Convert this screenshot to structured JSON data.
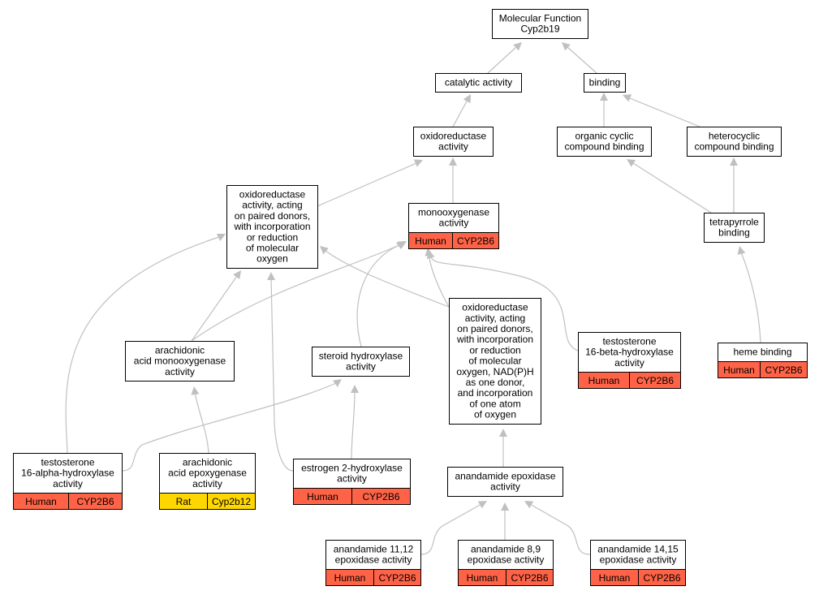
{
  "colors": {
    "human": "#ff6347",
    "rat": "#ffd700",
    "edge": "#c0c0c0"
  },
  "nodes": [
    {
      "id": "mf",
      "lines": [
        "Molecular Function",
        "Cyp2b19"
      ]
    },
    {
      "id": "cat",
      "lines": [
        "catalytic activity"
      ]
    },
    {
      "id": "bind",
      "lines": [
        "binding"
      ]
    },
    {
      "id": "oxred",
      "lines": [
        "oxidoreductase",
        "activity"
      ]
    },
    {
      "id": "orgcyc",
      "lines": [
        "organic cyclic",
        "compound binding"
      ]
    },
    {
      "id": "hetcyc",
      "lines": [
        "heterocyclic",
        "compound binding"
      ]
    },
    {
      "id": "oxpair",
      "lines": [
        "oxidoreductase",
        "activity, acting",
        "on paired donors,",
        "with incorporation",
        "or reduction",
        "of molecular",
        "oxygen"
      ]
    },
    {
      "id": "mono",
      "lines": [
        "monooxygenase",
        "activity"
      ],
      "tag": [
        "Human",
        "CYP2B6"
      ]
    },
    {
      "id": "tetra",
      "lines": [
        "tetrapyrrole",
        "binding"
      ]
    },
    {
      "id": "nadph",
      "lines": [
        "oxidoreductase",
        "activity, acting",
        "on paired donors,",
        "with incorporation",
        "or reduction",
        "of molecular",
        "oxygen, NAD(P)H",
        "as one donor,",
        "and incorporation",
        "of one atom",
        "of oxygen"
      ]
    },
    {
      "id": "arachmono",
      "lines": [
        "arachidonic",
        "acid monooxygenase",
        "activity"
      ]
    },
    {
      "id": "steroid",
      "lines": [
        "steroid hydroxylase",
        "activity"
      ]
    },
    {
      "id": "t16b",
      "lines": [
        "testosterone",
        "16-beta-hydroxylase",
        "activity"
      ],
      "tag": [
        "Human",
        "CYP2B6"
      ]
    },
    {
      "id": "heme",
      "lines": [
        "heme binding"
      ],
      "tag": [
        "Human",
        "CYP2B6"
      ]
    },
    {
      "id": "t16a",
      "lines": [
        "testosterone",
        "16-alpha-hydroxylase",
        "activity"
      ],
      "tag": [
        "Human",
        "CYP2B6"
      ]
    },
    {
      "id": "arachepox",
      "lines": [
        "arachidonic",
        "acid epoxygenase",
        "activity"
      ],
      "tag": [
        "Rat",
        "Cyp2b12"
      ]
    },
    {
      "id": "estro",
      "lines": [
        "estrogen 2-hydroxylase",
        "activity"
      ],
      "tag": [
        "Human",
        "CYP2B6"
      ]
    },
    {
      "id": "anand",
      "lines": [
        "anandamide epoxidase",
        "activity"
      ]
    },
    {
      "id": "a1112",
      "lines": [
        "anandamide 11,12",
        "epoxidase activity"
      ],
      "tag": [
        "Human",
        "CYP2B6"
      ]
    },
    {
      "id": "a89",
      "lines": [
        "anandamide 8,9",
        "epoxidase activity"
      ],
      "tag": [
        "Human",
        "CYP2B6"
      ]
    },
    {
      "id": "a1415",
      "lines": [
        "anandamide 14,15",
        "epoxidase activity"
      ],
      "tag": [
        "Human",
        "CYP2B6"
      ]
    }
  ]
}
